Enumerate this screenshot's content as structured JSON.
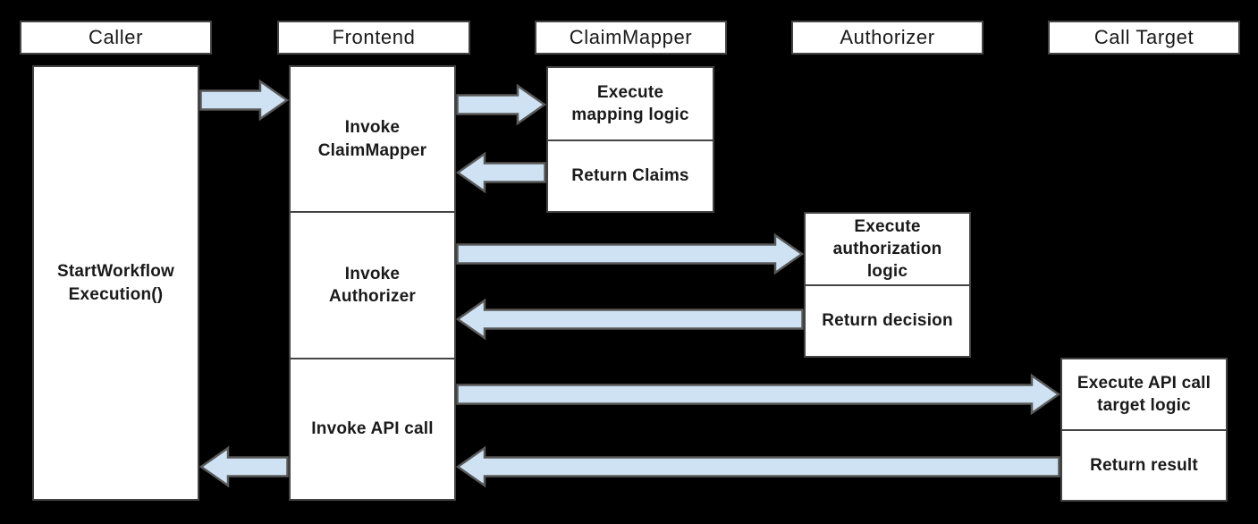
{
  "colors": {
    "background": "#000000",
    "box_fill": "#ffffff",
    "box_border": "#434343",
    "arrow_fill": "#cfe2f3",
    "arrow_stroke": "#595959",
    "text": "#1a1a1a"
  },
  "columns": {
    "caller": {
      "header": "Caller",
      "activity": "StartWorkflow\nExecution()"
    },
    "frontend": {
      "header": "Frontend",
      "steps": [
        "Invoke\nClaimMapper",
        "Invoke\nAuthorizer",
        "Invoke API call"
      ]
    },
    "claimmapper": {
      "header": "ClaimMapper",
      "steps": [
        "Execute\nmapping logic",
        "Return Claims"
      ]
    },
    "authorizer": {
      "header": "Authorizer",
      "steps": [
        "Execute\nauthorization\nlogic",
        "Return decision"
      ]
    },
    "calltarget": {
      "header": "Call Target",
      "steps": [
        "Execute API call\ntarget logic",
        "Return result"
      ]
    }
  },
  "arrows": [
    {
      "name": "caller-to-frontend",
      "direction": "right"
    },
    {
      "name": "frontend-to-claimmapper",
      "direction": "right"
    },
    {
      "name": "claimmapper-to-frontend",
      "direction": "left"
    },
    {
      "name": "frontend-to-authorizer",
      "direction": "right"
    },
    {
      "name": "authorizer-to-frontend",
      "direction": "left"
    },
    {
      "name": "frontend-to-calltarget",
      "direction": "right"
    },
    {
      "name": "calltarget-to-frontend",
      "direction": "left"
    },
    {
      "name": "frontend-to-caller",
      "direction": "left"
    }
  ]
}
